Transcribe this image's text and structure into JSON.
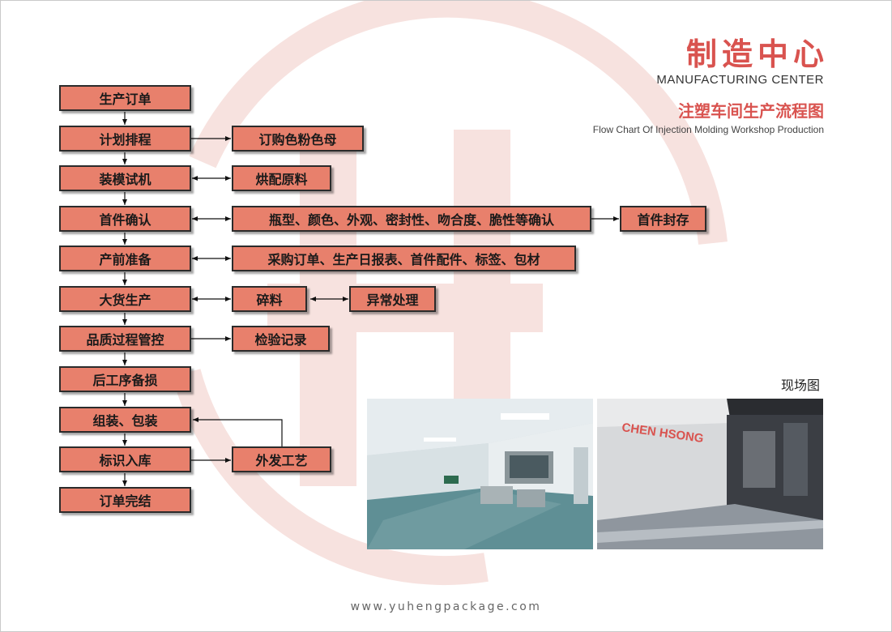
{
  "header": {
    "title_cn": "制造中心",
    "title_en": "MANUFACTURING CENTER",
    "subtitle_cn": "注塑车间生产流程图",
    "subtitle_en": "Flow Chart Of Injection Molding Workshop Production"
  },
  "flow": {
    "main_steps": [
      "生产订单",
      "计划排程",
      "装模试机",
      "首件确认",
      "产前准备",
      "大货生产",
      "品质过程管控",
      "后工序备损",
      "组装、包装",
      "标识入库",
      "订单完结"
    ],
    "side_steps": {
      "order_pigment": "订购色粉色母",
      "dry_material": "烘配原料",
      "confirm_items": "瓶型、颜色、外观、密封性、吻合度、脆性等确认",
      "first_seal": "首件封存",
      "prep_items": "采购订单、生产日报表、首件配件、标签、包材",
      "regrind": "碎料",
      "abnormal": "异常处理",
      "inspection": "检验记录",
      "outsourcing": "外发工艺"
    }
  },
  "site": {
    "label": "现场图",
    "brand_text": "CHEN HSONG"
  },
  "footer": {
    "url": "www.yuhengpackage.com"
  },
  "colors": {
    "accent": "#d9534f",
    "box_fill": "#e8806c"
  }
}
